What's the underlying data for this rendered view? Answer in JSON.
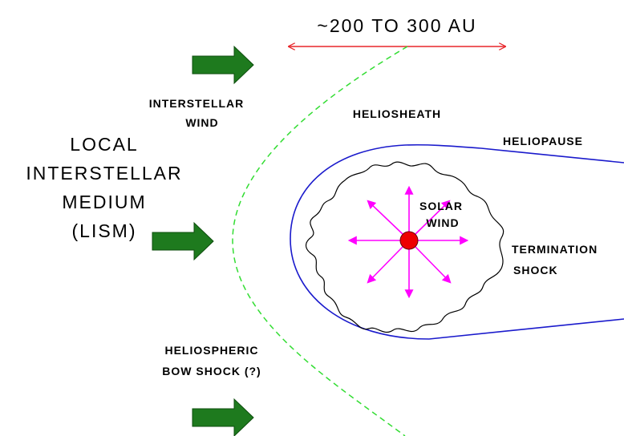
{
  "diagram": {
    "scale_label": "~200 TO 300 AU",
    "lism_label": [
      "LOCAL",
      "INTERSTELLAR",
      "MEDIUM",
      "(LISM)"
    ],
    "interstellar_wind_label": [
      "INTERSTELLAR",
      "WIND"
    ],
    "heliosheath_label": "HELIOSHEATH",
    "heliopause_label": "HELIOPAUSE",
    "solar_wind_label": [
      "SOLAR",
      "WIND"
    ],
    "termination_shock_label": [
      "TERMINATION",
      "SHOCK"
    ],
    "bow_shock_label": [
      "HELIOSPHERIC",
      "BOW SHOCK (?)"
    ]
  },
  "colors": {
    "scale_arrow": "#e8262a",
    "bow_shock": "#33dd33",
    "heliopause": "#1a1acc",
    "termination_shock": "#000000",
    "solar_wind_arrows": "#ff00ff",
    "sun": "#ee0000",
    "wind_arrows": "#1e7a1e"
  },
  "icons": {
    "wind_arrow": "block-arrow-right",
    "sun": "filled-circle"
  }
}
